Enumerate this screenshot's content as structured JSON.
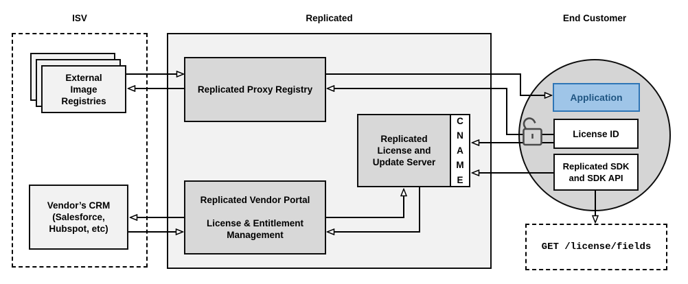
{
  "titles": {
    "isv": "ISV",
    "replicated": "Replicated",
    "end_customer": "End Customer"
  },
  "nodes": {
    "external_registries": "External\nImage\nRegistries",
    "proxy_registry": "Replicated Proxy Registry",
    "license_server": "Replicated\nLicense and\nUpdate Server",
    "cname": "C\nN\nA\nM\nE",
    "vendor_portal": "Replicated Vendor Portal\n\nLicense & Entitlement\nManagement",
    "vendor_crm": "Vendor’s CRM\n(Salesforce,\nHubspot, etc)",
    "application": "Application",
    "license_id": "License ID",
    "sdk": "Replicated SDK\nand SDK API",
    "get_endpoint": "GET /license/fields"
  },
  "icons": {
    "lock": "open-lock-icon"
  },
  "colors": {
    "outer_fill": "#f2f2f2",
    "node_fill": "#d8d8d8",
    "circle_fill": "#d5d5d5",
    "accent_fill": "#9fc5e8",
    "accent_border": "#2e75b6",
    "accent_text": "#1f5582",
    "line": "#000000",
    "lock_stroke": "#4a4a4a"
  }
}
